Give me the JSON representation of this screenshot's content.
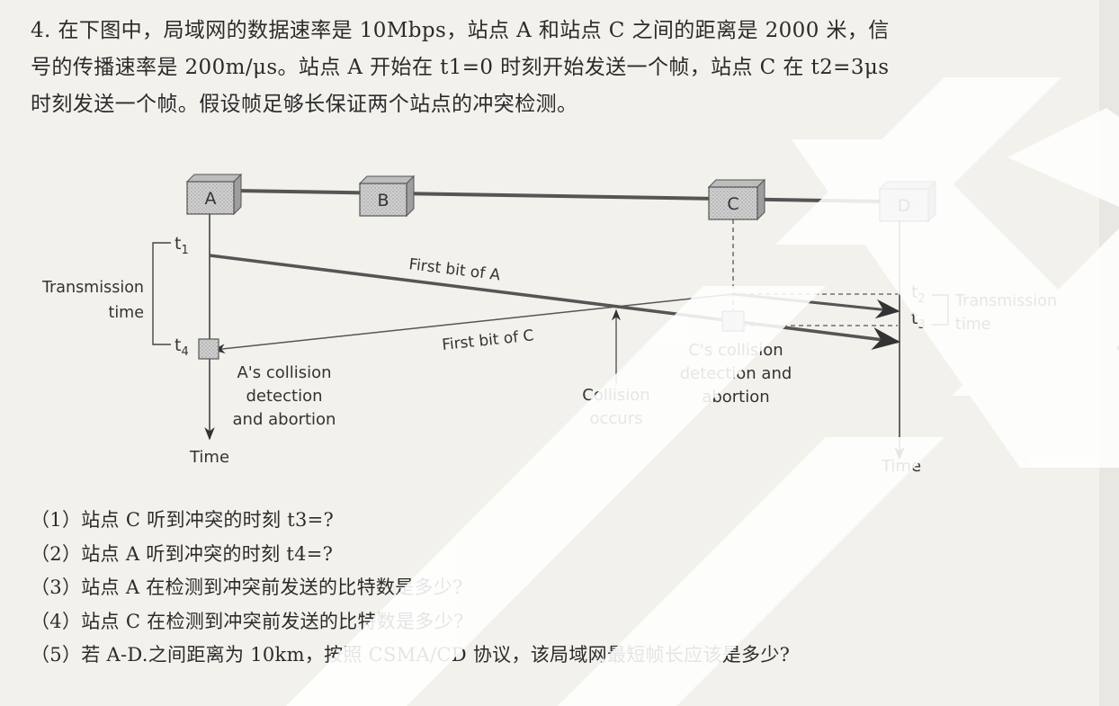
{
  "problem": {
    "line1": "4. 在下图中，局域网的数据速率是 10Mbps，站点 A 和站点 C 之间的距离是 2000 米，信",
    "line2": "号的传播速率是 200m/μs。站点 A 开始在 t1=0 时刻开始发送一个帧，站点 C 在 t2=3μs",
    "line3": "时刻发送一个帧。假设帧足够长保证两个站点的冲突检测。"
  },
  "diagram": {
    "stations": [
      "A",
      "B",
      "C",
      "D"
    ],
    "t1": "t",
    "t1_sub": "1",
    "t2": "t",
    "t2_sub": "2",
    "t3": "t",
    "t3_sub": "3",
    "t4": "t",
    "t4_sub": "4",
    "transmission_left_1": "Transmission",
    "transmission_left_2": "time",
    "transmission_right_1": "Transmission",
    "transmission_right_2": "time",
    "first_bit_a": "First bit of A",
    "first_bit_c": "First bit of C",
    "a_collision_1": "A's collision",
    "a_collision_2": "detection",
    "a_collision_3": "and abortion",
    "collision_1": "Collision",
    "collision_2": "occurs",
    "c_collision_1": "C's collision",
    "c_collision_2": "detection and",
    "c_collision_3": "abortion",
    "time_left": "Time",
    "time_right": "Time"
  },
  "questions": [
    "（1）站点 C 听到冲突的时刻 t3=?",
    "（2）站点 A 听到冲突的时刻 t4=?",
    "（3）站点 A 在检测到冲突前发送的比特数是多少?",
    "（4）站点 C 在检测到冲突前发送的比特数是多少?",
    "（5）若 A-D.之间距离为 10km，按照 CSMA/CD 协议，该局域网最短帧长应该是多少?"
  ]
}
